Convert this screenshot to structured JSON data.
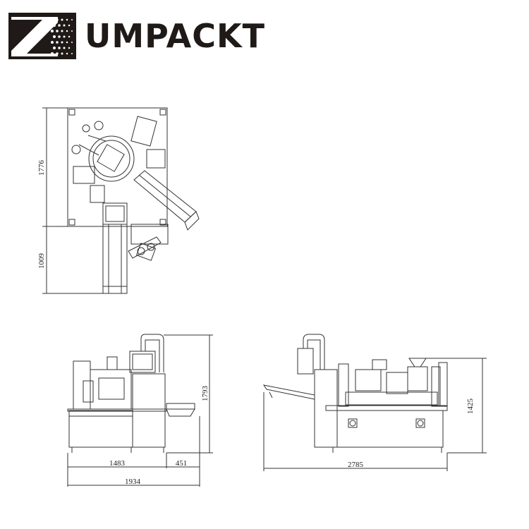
{
  "brand": {
    "name": "UMPACKT",
    "logo_icon": "dotted-z-logo-icon",
    "colors": {
      "ink": "#1f1a17",
      "line": "#333333",
      "background": "#ffffff"
    }
  },
  "drawings": {
    "top_view": {
      "dimensions": {
        "machine_depth": "1776",
        "conveyor_length": "1009"
      }
    },
    "front_view": {
      "dimensions": {
        "body_width": "1483",
        "conveyor_width": "451",
        "total_width": "1934",
        "total_height": "1793"
      }
    },
    "side_view": {
      "dimensions": {
        "total_length": "2785",
        "height": "1425"
      }
    }
  }
}
